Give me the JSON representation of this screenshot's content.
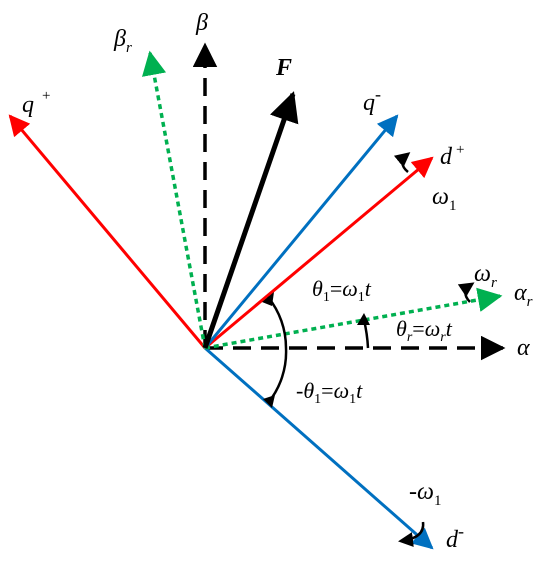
{
  "colors": {
    "red": "#ff0000",
    "blue": "#0070c0",
    "green": "#00b050",
    "black": "#000000"
  },
  "labels": {
    "beta": "β",
    "beta_r": "βr",
    "F": "F",
    "q_plus": "q +",
    "q_minus": "q -",
    "d_plus": "d +",
    "d_minus": "d -",
    "omega1": "ω1",
    "omega_r": "ωr",
    "alpha_r": "αr",
    "alpha": "α",
    "theta1": "θ1=ω1t",
    "theta_r": "θr=ωrt",
    "neg_theta1": "-θ1=ω1t",
    "neg_omega1": "-ω1"
  }
}
